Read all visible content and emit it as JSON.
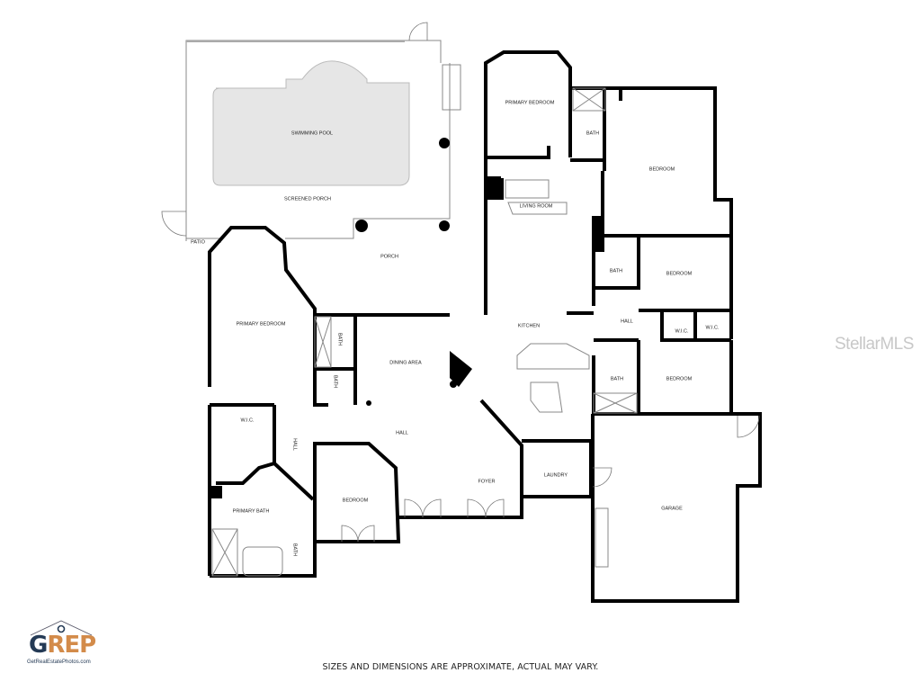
{
  "rooms": {
    "swimming_pool": "SWIMMING POOL",
    "screened_porch": "SCREENED PORCH",
    "patio": "PATIO",
    "porch": "PORCH",
    "primary_bedroom_top": "PRIMARY BEDROOM",
    "bath_top": "BATH",
    "bedroom_ne": "BEDROOM",
    "living_room": "LIVING ROOM",
    "bath_east1": "BATH",
    "bedroom_east1": "BEDROOM",
    "primary_bedroom_west": "PRIMARY BEDROOM",
    "kitchen": "KITCHEN",
    "hall_east": "HALL",
    "wic_east1": "W.I.C.",
    "wic_east2": "W.I.C.",
    "bath_west1": "BATH",
    "bath_west2": "BATH",
    "dining_area": "DINING AREA",
    "bath_east2": "BATH",
    "bedroom_east2": "BEDROOM",
    "wic_west": "W.I.C.",
    "hall_west": "HALL",
    "hall_center": "HALL",
    "foyer": "FOYER",
    "laundry": "LAUNDRY",
    "bedroom_south": "BEDROOM",
    "primary_bath": "PRIMARY BATH",
    "bath_sw": "BATH",
    "garage": "GARAGE"
  },
  "watermark": "StellarMLS",
  "logo": {
    "word_g": "G",
    "word_rest": "REP",
    "url": "GetRealEstatePhotos.com",
    "colors": {
      "dark": "#243a55",
      "accent": "#d38b4a"
    }
  },
  "disclaimer": "SIZES AND DIMENSIONS ARE APPROXIMATE, ACTUAL MAY VARY.",
  "colors": {
    "wall": "#000000",
    "pool": "#e6e6e6",
    "background": "#ffffff"
  }
}
